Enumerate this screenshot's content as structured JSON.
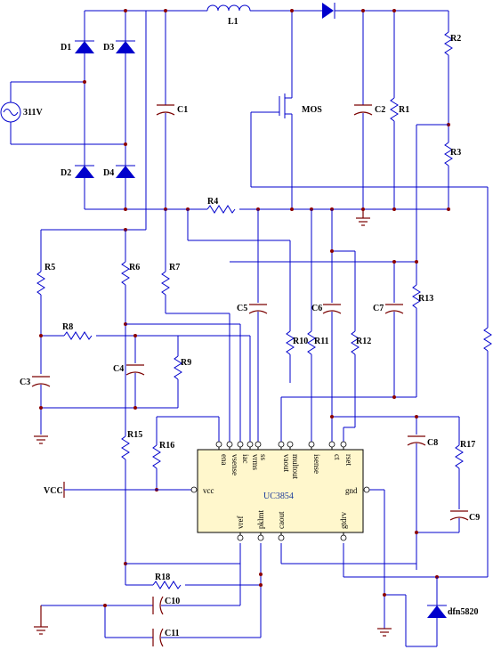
{
  "source": {
    "voltage_label": "311V"
  },
  "bridge": {
    "d1": "D1",
    "d2": "D2",
    "d3": "D3",
    "d4": "D4"
  },
  "power": {
    "inductor": "L1",
    "mosfet": "MOS",
    "c1": "C1",
    "c2": "C2",
    "r1": "R1",
    "r2": "R2",
    "r3": "R3",
    "r4": "R4"
  },
  "control": {
    "r5": "R5",
    "r6": "R6",
    "r7": "R7",
    "r8": "R8",
    "r9": "R9",
    "r10": "R10",
    "r11": "R11",
    "r12": "R12",
    "r13": "R13",
    "r15": "R15",
    "r16": "R16",
    "r17": "R17",
    "r18": "R18",
    "c3": "C3",
    "c4": "C4",
    "c5": "C5",
    "c6": "C6",
    "c7": "C7",
    "c8": "C8",
    "c9": "C9",
    "c10": "C10",
    "c11": "C11"
  },
  "supply": {
    "vcc": "VCC"
  },
  "diode": {
    "label": "dfn5820"
  },
  "ic": {
    "name": "UC3854",
    "top_pins": [
      "ena",
      "vsense",
      "iac",
      "vrms",
      "ss",
      "vaout",
      "multout",
      "isense",
      "ct",
      "rset"
    ],
    "left_pin": "vcc",
    "right_pin": "gnd",
    "bottom_pins": [
      "vref",
      "pklmt",
      "caout",
      "gtdrv"
    ]
  }
}
